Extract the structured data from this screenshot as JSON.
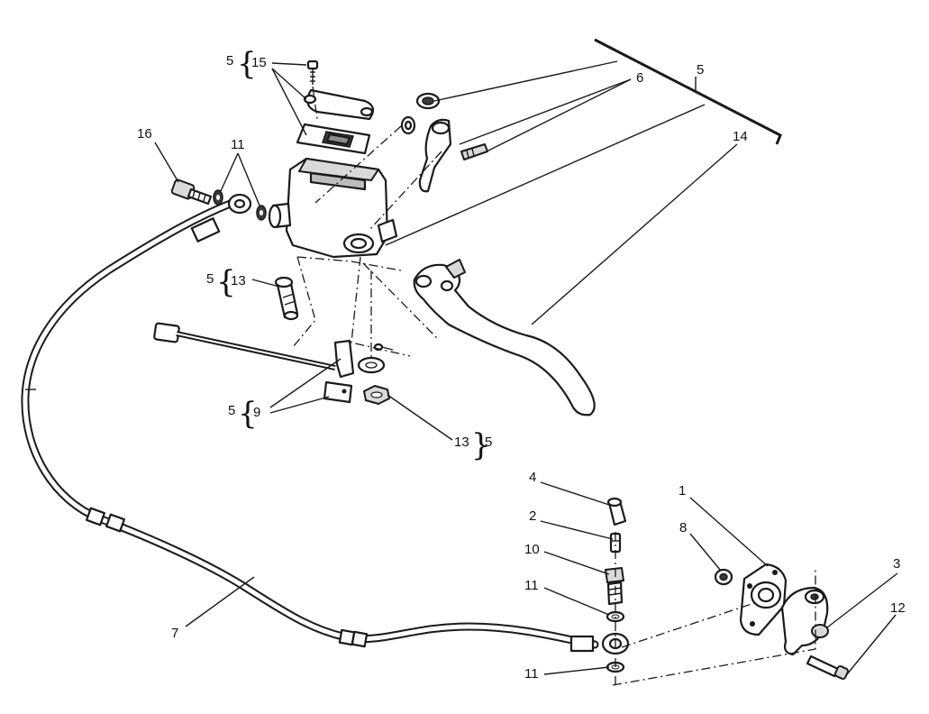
{
  "callouts": {
    "c1": "1",
    "c2": "2",
    "c3": "3",
    "c4": "4",
    "c5_bracket": "5",
    "c5_15": "5",
    "c15": "15",
    "c6": "6",
    "c7": "7",
    "c8": "8",
    "c5_9": "5",
    "c9": "9",
    "c10": "10",
    "c11_top": "11",
    "c11_a": "11",
    "c11_b": "11",
    "c12": "12",
    "c5_13a": "5",
    "c13_a": "13",
    "c13_b": "13",
    "c5_13b": "5",
    "c14": "14",
    "c16": "16"
  },
  "colors": {
    "line": "#1a1a1a",
    "background": "#ffffff",
    "shade": "#d9d9d9"
  }
}
